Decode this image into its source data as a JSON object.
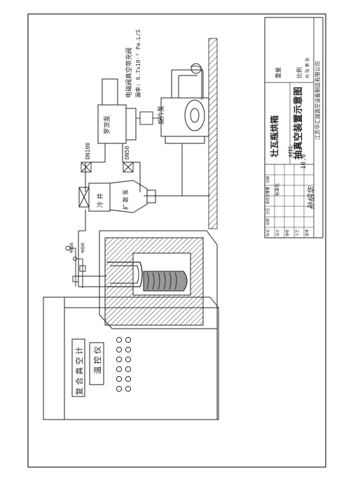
{
  "diagram": {
    "company": "江苏华汇丽真空设备制造有限公司",
    "drawing_title_line1": "壮瓦瓶烘箱",
    "drawing_title_line2": "抽真空装置示意图",
    "material_label": "材料:",
    "valve_label": "电磁阀真空带充阀",
    "leak_rate": "漏率: 6.7x10⁻⁹ Pa.L/S",
    "roots_pump": "罗茨泵",
    "rotary_pump": "旋片泵",
    "dn100": "DN100",
    "dn50": "DN50",
    "cold_trap": "冷 井",
    "diffusion_pump": "扩 散 泵",
    "controller_vacuum": "复 合 真 空 计",
    "controller_temp": "温 控 仪",
    "gauge_label_1": "电磁阀",
    "gauge_label_2": "电阻规",
    "title_block": {
      "row_labels": [
        "标记",
        "设计",
        "审核",
        "工艺",
        "批准"
      ],
      "col_labels": [
        "处数",
        "分区",
        "更改文件号",
        "签名",
        "日期"
      ],
      "std_label": "标准化",
      "sig": "孙绍华",
      "date": "10.6",
      "weight_label": "重量",
      "scale_label": "比例",
      "sheet_label": "共 张 第 张"
    }
  }
}
